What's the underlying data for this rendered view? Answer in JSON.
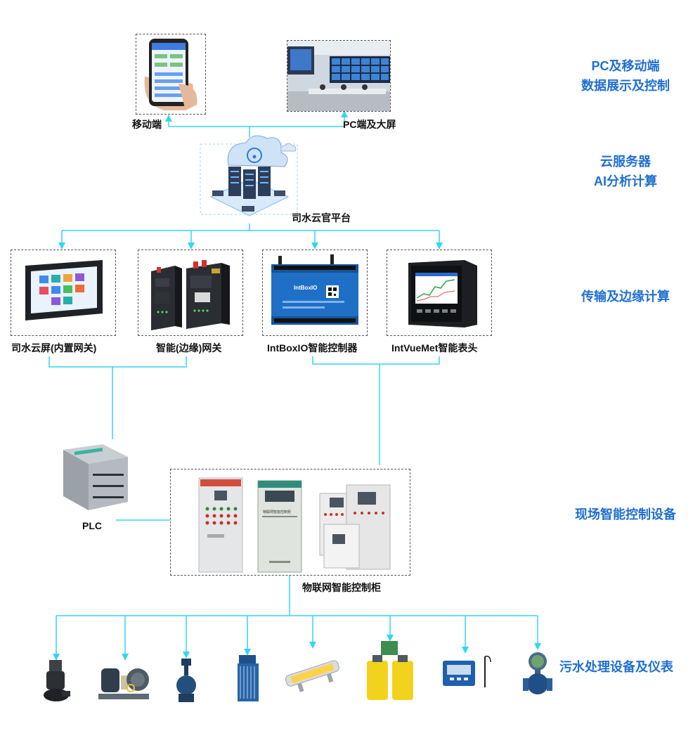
{
  "layers": {
    "top": {
      "line1": "PC及移动端",
      "line2": "数据展示及控制"
    },
    "cloud": {
      "line1": "云服务器",
      "line2": "AI分析计算"
    },
    "edge": "传输及边缘计算",
    "field": "现场智能控制设备",
    "sewage": "污水处理设备及仪表"
  },
  "devices": {
    "mobile": "移动端",
    "pc": "PC端及大屏",
    "cloud_platform": "司水云官平台",
    "cloud_screen": "司水云屏(内置网关)",
    "edge_gateway": "智能(边缘)网关",
    "intboxio": "IntBoxIO智能控制器",
    "intvuemet": "IntVueMet智能表头",
    "plc": "PLC",
    "cabinet": "物联网智能控制柜"
  },
  "screen_texts": {
    "intboxio_brand": "IntBoxIO",
    "cabinet_plate": "物联网智能控制柜"
  },
  "colors": {
    "wire": "#33d6f0",
    "label_blue": "#1f6fd1"
  }
}
